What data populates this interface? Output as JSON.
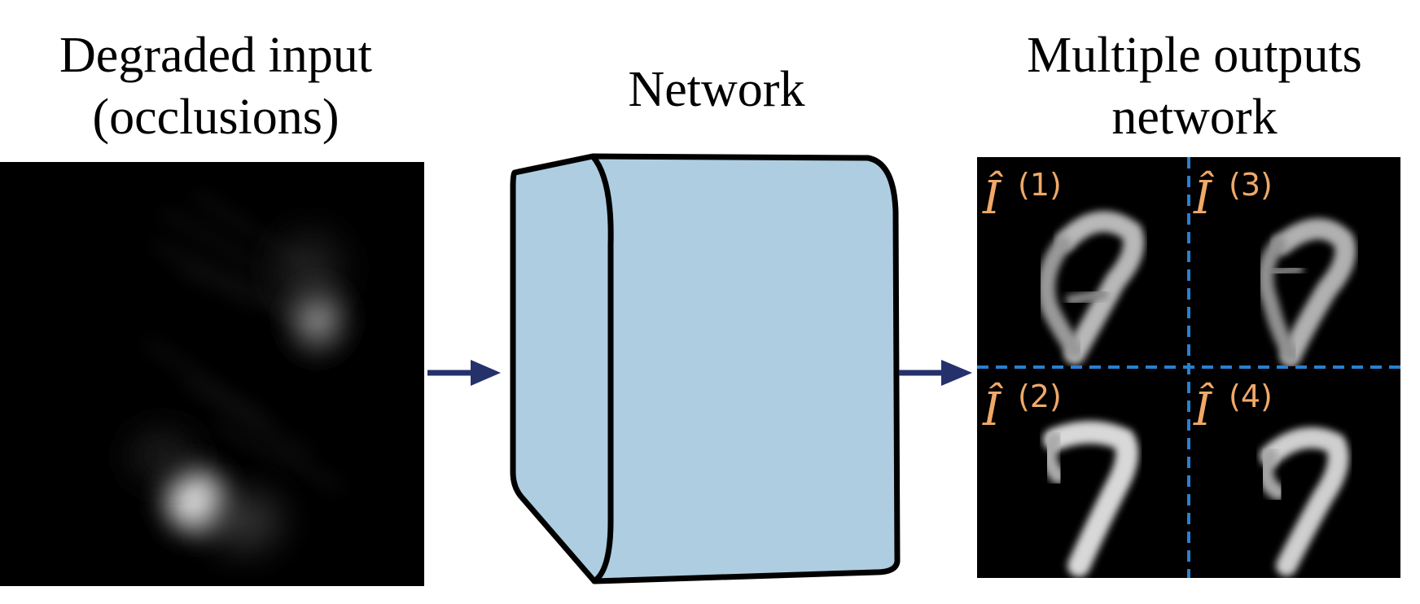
{
  "input_title": {
    "line1": "Degraded input",
    "line2": "(occlusions)"
  },
  "network_title": "Network",
  "outputs_title": {
    "line1": "Multiple outputs",
    "line2": "network"
  },
  "outputs": [
    {
      "base": "Î",
      "index": "(1)"
    },
    {
      "base": "Î",
      "index": "(3)"
    },
    {
      "base": "Î",
      "index": "(2)"
    },
    {
      "base": "Î",
      "index": "(4)"
    }
  ],
  "colors": {
    "network_fill": "#aecde0",
    "arrow": "#25316b",
    "divider": "#2a7fd0",
    "label": "#f0a868"
  }
}
